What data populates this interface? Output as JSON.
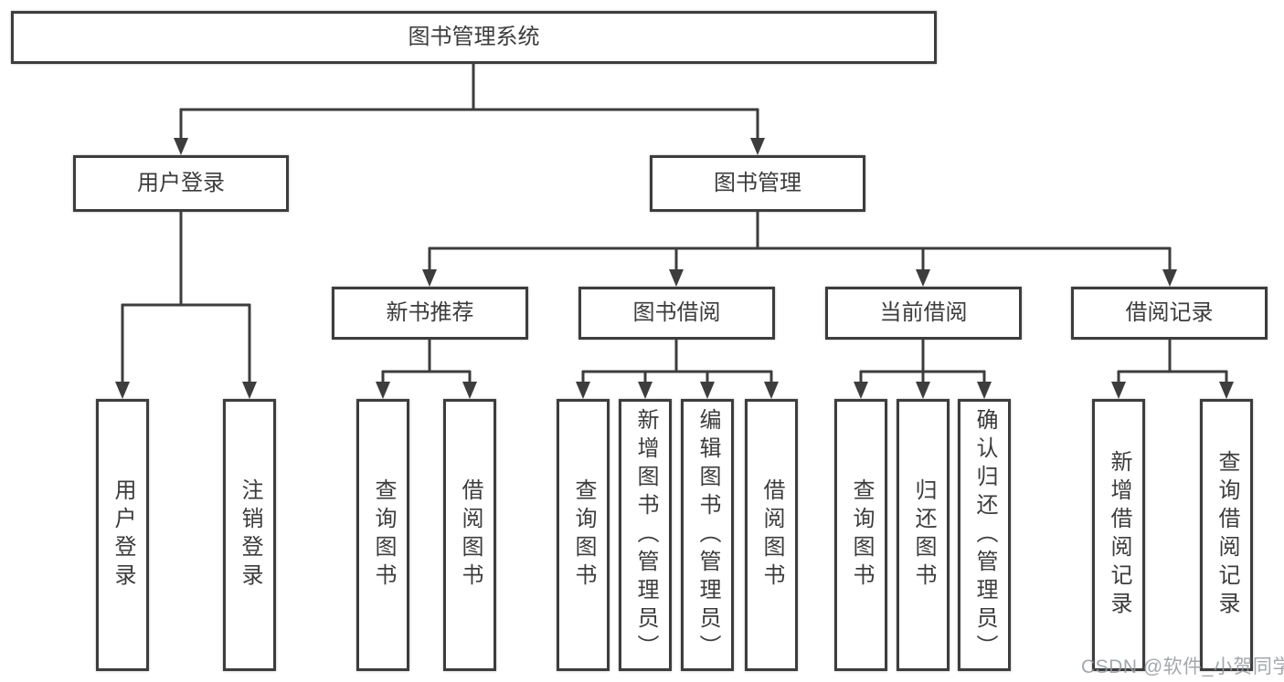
{
  "diagram": {
    "nodes": {
      "root": "图书管理系统",
      "user_login": "用户登录",
      "book_mgmt": "图书管理",
      "new_book_rec": "新书推荐",
      "book_borrow": "图书借阅",
      "current_borrow": "当前借阅",
      "borrow_record": "借阅记录",
      "ul_login": "用户登录",
      "ul_logout": "注销登录",
      "nb_query": "查询图书",
      "nb_borrow": "借阅图书",
      "bb_query": "查询图书",
      "bb_add": "新增图书（管理员）",
      "bb_edit": "编辑图书（管理员）",
      "bb_borrow": "借阅图书",
      "cb_query": "查询图书",
      "cb_return": "归还图书",
      "cb_confirm": "确认归还（管理员）",
      "br_add": "新增借阅记录",
      "br_query": "查询借阅记录"
    },
    "hierarchy": {
      "图书管理系统": {
        "用户登录": [
          "用户登录",
          "注销登录"
        ],
        "图书管理": {
          "新书推荐": [
            "查询图书",
            "借阅图书"
          ],
          "图书借阅": [
            "查询图书",
            "新增图书（管理员）",
            "编辑图书（管理员）",
            "借阅图书"
          ],
          "当前借阅": [
            "查询图书",
            "归还图书",
            "确认归还（管理员）"
          ],
          "借阅记录": [
            "新增借阅记录",
            "查询借阅记录"
          ]
        }
      }
    },
    "colors": {
      "line": "#3d3d3d",
      "box_border": "#3d3d3d",
      "text": "#3c3c3c",
      "background": "#ffffff",
      "watermark": "#94989e"
    }
  },
  "watermark": {
    "text": "CSDN @软件_小贺同学"
  }
}
